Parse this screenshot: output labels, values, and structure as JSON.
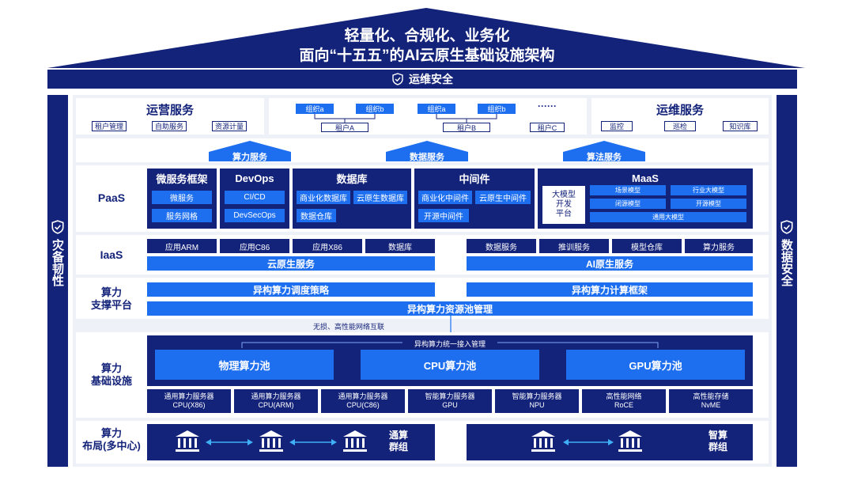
{
  "roof": {
    "line1": "轻量化、合规化、业务化",
    "line2": "面向“十五五”的AI云原生基础设施架构",
    "security_bar": "运维安全"
  },
  "left_pillar": "灾备韧性",
  "right_pillar": "数据安全",
  "top_row": {
    "ops_service": {
      "title": "运营服务",
      "items": [
        "租户管理",
        "自助服务",
        "资源计量"
      ]
    },
    "tenants": {
      "org_a": "组织a",
      "org_b": "组织b",
      "tenant_a": "租户A",
      "tenant_b": "租户B",
      "tenant_c": "租户C",
      "ellipsis": "······"
    },
    "maint_service": {
      "title": "运维服务",
      "items": [
        "监控",
        "巡检",
        "知识库"
      ]
    }
  },
  "service_arrows": [
    "算力服务",
    "数据服务",
    "算法服务"
  ],
  "paas": {
    "label": "PaaS",
    "microservice": {
      "title": "微服务框架",
      "items": [
        "微服务",
        "服务网格"
      ]
    },
    "devops": {
      "title": "DevOps",
      "items": [
        "CI/CD",
        "DevSecOps"
      ]
    },
    "database": {
      "title": "数据库",
      "items": [
        "商业化数据库",
        "云原生数据库",
        "数据仓库"
      ]
    },
    "middleware": {
      "title": "中间件",
      "items": [
        "商业化中间件",
        "云原生中间件",
        "开源中间件"
      ]
    },
    "maas": {
      "title": "MaaS",
      "platform": "大模型\n开发\n平台",
      "items": [
        "场景模型",
        "行业大模型",
        "闭源模型",
        "开源模型",
        "通用大模型"
      ]
    }
  },
  "iaas": {
    "label": "IaaS",
    "left_items": [
      "应用ARM",
      "应用C86",
      "应用X86",
      "数据库"
    ],
    "right_items": [
      "数据服务",
      "推训服务",
      "模型仓库",
      "算力服务"
    ],
    "left_bar": "云原生服务",
    "right_bar": "AI原生服务"
  },
  "compute_support": {
    "label_line1": "算力",
    "label_line2": "支撑平台",
    "left_bar": "异构算力调度策略",
    "right_bar": "异构算力计算框架",
    "pool_bar": "异构算力资源池管理",
    "network": "无损、高性能网络互联"
  },
  "infra": {
    "label_line1": "算力",
    "label_line2": "基础设施",
    "unified": "异构算力统一接入管理",
    "pools": [
      "物理算力池",
      "CPU算力池",
      "GPU算力池"
    ],
    "servers": [
      {
        "l1": "通用算力服务器",
        "l2": "CPU(X86)"
      },
      {
        "l1": "通用算力服务器",
        "l2": "CPU(ARM)"
      },
      {
        "l1": "通用算力服务器",
        "l2": "CPU(C86)"
      },
      {
        "l1": "智能算力服务器",
        "l2": "GPU"
      },
      {
        "l1": "智能算力服务器",
        "l2": "NPU"
      },
      {
        "l1": "高性能网络",
        "l2": "RoCE"
      },
      {
        "l1": "高性能存储",
        "l2": "NvME"
      }
    ]
  },
  "layout_row": {
    "label_line1": "算力",
    "label_line2": "布局(多中心)",
    "general_cluster": "通算\n群组",
    "smart_cluster": "智算\n群组"
  },
  "colors": {
    "navy": "#14237a",
    "blue": "#1e6ff0",
    "panel": "#eef1f7"
  },
  "icons": [
    "shield-icon",
    "bank-building-icon",
    "double-arrow-icon"
  ]
}
